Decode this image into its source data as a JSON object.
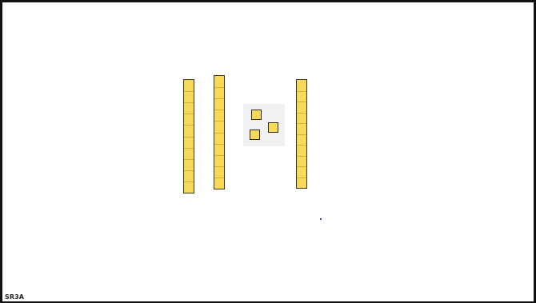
{
  "diagram": {
    "kind": "base-ten blocks",
    "rods": [
      {
        "units": 10
      },
      {
        "units": 10
      },
      {
        "units": 10
      }
    ],
    "unit_cubes": 3,
    "colors": {
      "block_fill": "#f7d95a",
      "block_outline": "#3a3a1a",
      "panel_background": "#f1f1f1",
      "frame": "#111111"
    }
  },
  "footer": {
    "code": "SR3A"
  }
}
